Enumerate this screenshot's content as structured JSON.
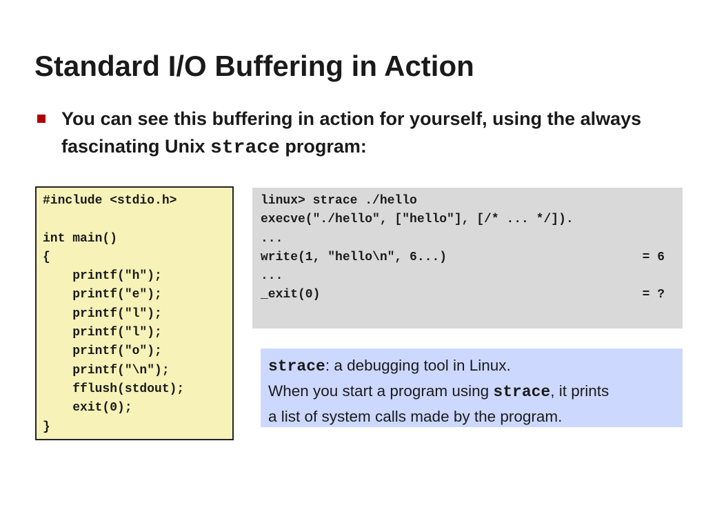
{
  "slide": {
    "title": "Standard I/O Buffering in Action",
    "bullet": {
      "part1": "You can see this buffering in action for yourself, using the always fascinating Unix ",
      "code": "strace",
      "part2": " program:"
    }
  },
  "colors": {
    "bullet_marker": "#b00000",
    "code_box_bg": "#f6f2b8",
    "terminal_bg": "#d9d9d9",
    "note_bg": "#cdd8ff"
  },
  "code_lines": [
    "#include <stdio.h>",
    "",
    "int main()",
    "{",
    "    printf(\"h\");",
    "    printf(\"e\");",
    "    printf(\"l\");",
    "    printf(\"l\");",
    "    printf(\"o\");",
    "    printf(\"\\n\");",
    "    fflush(stdout);",
    "    exit(0);",
    "}"
  ],
  "terminal": [
    {
      "left": "linux> strace ./hello",
      "right": ""
    },
    {
      "left": "execve(\"./hello\", [\"hello\"], [/* ... */]).",
      "right": ""
    },
    {
      "left": "...",
      "right": ""
    },
    {
      "left": "write(1, \"hello\\n\", 6...)",
      "right": "= 6"
    },
    {
      "left": "...",
      "right": ""
    },
    {
      "left": "_exit(0)",
      "right": "= ?"
    }
  ],
  "note": {
    "code1": "strace",
    "text1": ": a debugging tool in Linux.",
    "text2": "When you start a program using ",
    "code2": "strace",
    "text3": ", it prints",
    "text4": "a list of system calls made by the program."
  }
}
